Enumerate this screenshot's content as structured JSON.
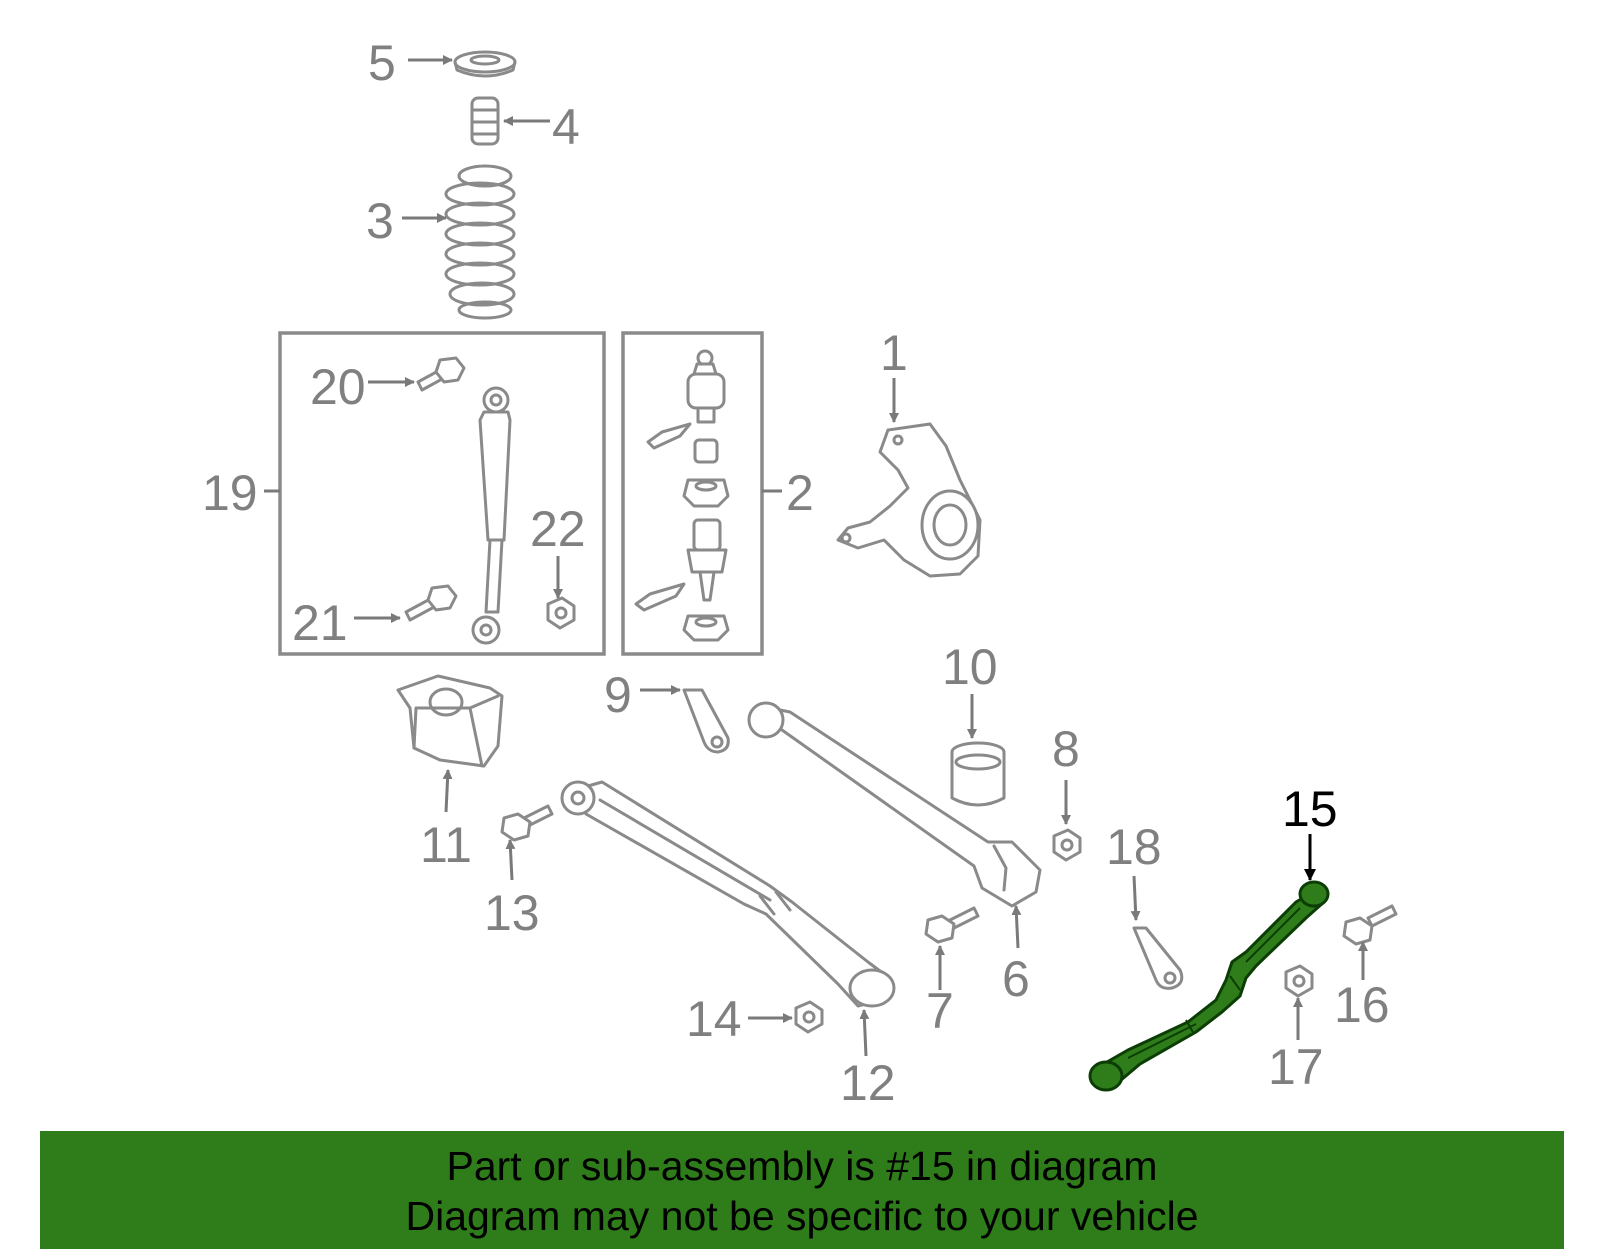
{
  "callouts": {
    "c1": "1",
    "c2": "2",
    "c3": "3",
    "c4": "4",
    "c5": "5",
    "c6": "6",
    "c7": "7",
    "c8": "8",
    "c9": "9",
    "c10": "10",
    "c11": "11",
    "c12": "12",
    "c13": "13",
    "c14": "14",
    "c15": "15",
    "c16": "16",
    "c17": "17",
    "c18": "18",
    "c19": "19",
    "c20": "20",
    "c21": "21",
    "c22": "22"
  },
  "highlight": {
    "part": "15",
    "color": "#2f7d1a"
  },
  "banner": {
    "line1": "Part or sub-assembly is #15 in diagram",
    "line2": "Diagram may not be specific to your vehicle",
    "color": "#2f7d1a"
  }
}
